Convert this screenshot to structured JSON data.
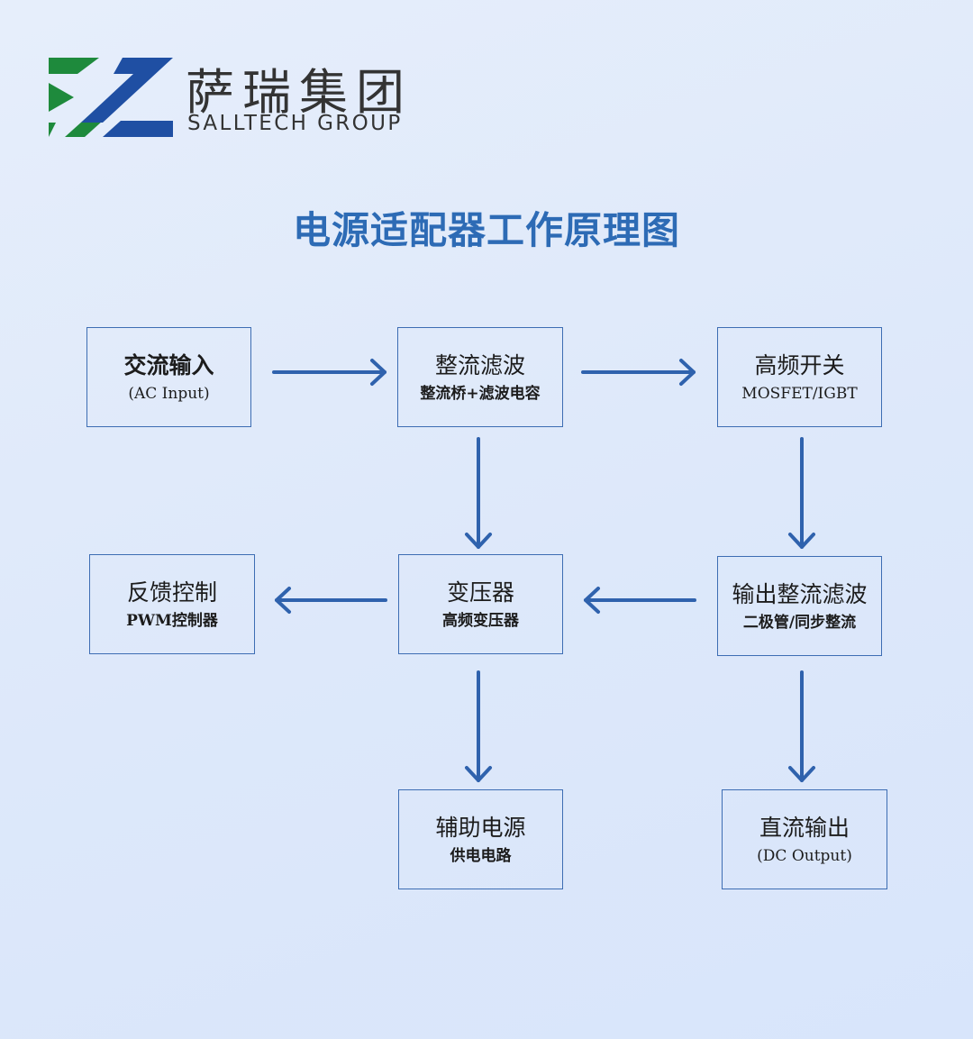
{
  "brand": {
    "name_cn": "萨瑞集团",
    "name_en": "SALLTECH GROUP",
    "colors": {
      "green": "#1e8a3c",
      "blue": "#1f4fa3"
    }
  },
  "title": "电源适配器工作原理图",
  "nodes": [
    {
      "id": "ac_input",
      "label": "交流输入",
      "sub": "(AC Input)"
    },
    {
      "id": "rectify_filter",
      "label": "整流滤波",
      "sub": "整流桥+滤波电容"
    },
    {
      "id": "hf_switch",
      "label": "高频开关",
      "sub": "MOSFET/IGBT"
    },
    {
      "id": "feedback",
      "label": "反馈控制",
      "sub": "PWM控制器"
    },
    {
      "id": "transformer",
      "label": "变压器",
      "sub": "高频变压器"
    },
    {
      "id": "output_filter",
      "label": "输出整流滤波",
      "sub": "二极管/同步整流"
    },
    {
      "id": "aux_power",
      "label": "辅助电源",
      "sub": "供电电路"
    },
    {
      "id": "dc_output",
      "label": "直流输出",
      "sub": "(DC Output)"
    }
  ],
  "edges": [
    {
      "from": "ac_input",
      "to": "rectify_filter"
    },
    {
      "from": "rectify_filter",
      "to": "hf_switch"
    },
    {
      "from": "rectify_filter",
      "to": "transformer"
    },
    {
      "from": "hf_switch",
      "to": "output_filter"
    },
    {
      "from": "output_filter",
      "to": "transformer"
    },
    {
      "from": "transformer",
      "to": "feedback"
    },
    {
      "from": "transformer",
      "to": "aux_power"
    },
    {
      "from": "output_filter",
      "to": "dc_output"
    }
  ],
  "colors": {
    "accent": "#2d6bb5",
    "box_border": "#3d6db3",
    "arrow": "#2f62ad",
    "background": "#e1eafa"
  }
}
